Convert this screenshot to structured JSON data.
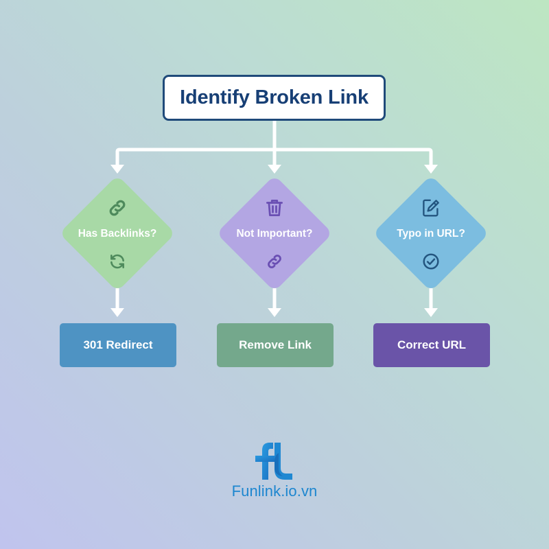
{
  "diagram": {
    "title": "Identify Broken Link",
    "branches": [
      {
        "question": "Has Backlinks?",
        "top_icon": "link-icon",
        "bottom_icon": "refresh-icon",
        "diamond_color": "#a8d9a6",
        "icon_color": "#4e8a5c",
        "action": "301 Redirect",
        "action_color": "#4e93c3"
      },
      {
        "question": "Not Important?",
        "top_icon": "trash-icon",
        "bottom_icon": "link-icon",
        "diamond_color": "#b3a6e3",
        "icon_color": "#6a4fb3",
        "action": "Remove Link",
        "action_color": "#74a88c"
      },
      {
        "question": "Typo in URL?",
        "top_icon": "edit-document-icon",
        "bottom_icon": "check-circle-icon",
        "diamond_color": "#7cbde0",
        "icon_color": "#23557f",
        "action": "Correct URL",
        "action_color": "#6a54a8"
      }
    ],
    "connector_color": "#ffffff",
    "title_border_color": "#1f4a7a",
    "title_text_color": "#173f75"
  },
  "footer": {
    "logo_icon": "funlink-logo",
    "brand_text": "Funlink.io.vn",
    "brand_color": "#1d86cf"
  }
}
